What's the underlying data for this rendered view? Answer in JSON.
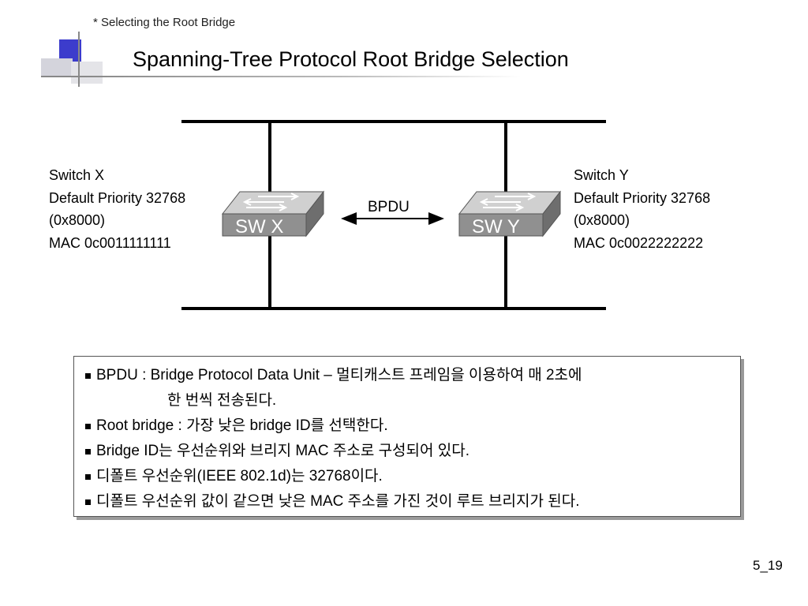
{
  "header": {
    "subtitle": "* Selecting the Root Bridge",
    "title": "Spanning-Tree Protocol Root Bridge Selection"
  },
  "diagram": {
    "switch_x": {
      "icon_label": "SW X",
      "lines": [
        "Switch X",
        "Default Priority 32768",
        "(0x8000)",
        "MAC 0c0011111111"
      ]
    },
    "switch_y": {
      "icon_label": "SW Y",
      "lines": [
        "Switch Y",
        "Default Priority 32768",
        "(0x8000)",
        "MAC 0c0022222222"
      ]
    },
    "link_label": "BPDU"
  },
  "notes": {
    "items": [
      "BPDU : Bridge Protocol Data Unit – 멀티캐스트 프레임을 이용하여 매 2초에",
      "한 번씩 전송된다.",
      "Root bridge : 가장 낮은 bridge ID를 선택한다.",
      "Bridge ID는 우선순위와 브리지 MAC 주소로 구성되어 있다.",
      "디폴트 우선순위(IEEE 802.1d)는 32768이다.",
      "디폴트 우선순위 값이 같으면 낮은 MAC 주소를 가진 것이 루트 브리지가 된다."
    ]
  },
  "footer": {
    "page_number": "5_19"
  }
}
